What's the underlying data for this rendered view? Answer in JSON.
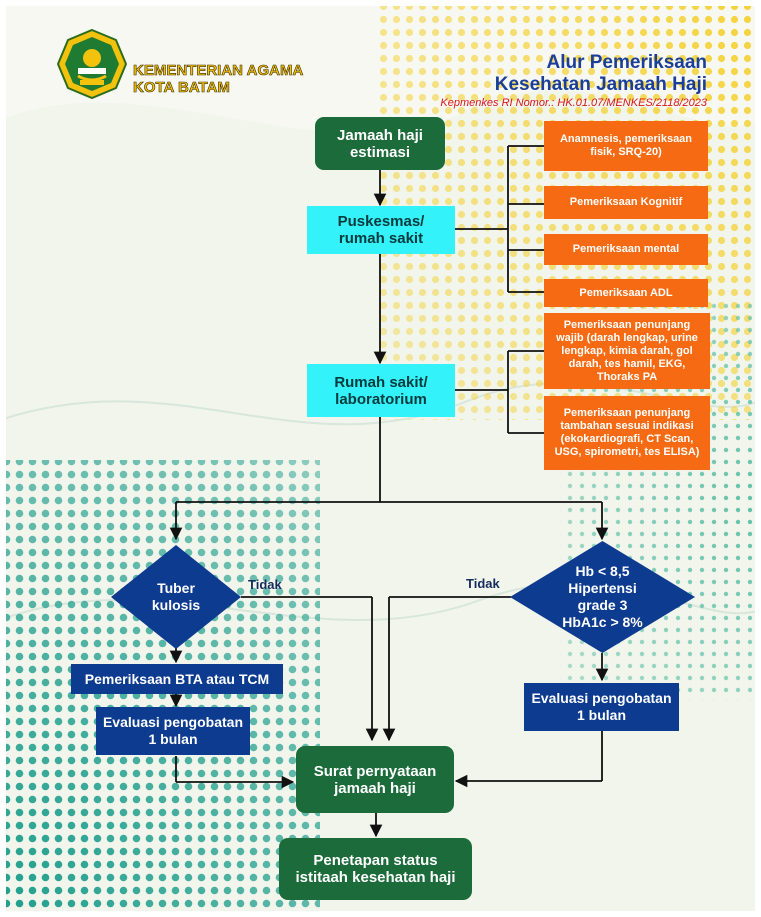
{
  "header": {
    "org_line1": "KEMENTERIAN AGAMA",
    "org_line2": "KOTA BATAM",
    "title_line1": "Alur Pemeriksaan",
    "title_line2": "Kesehatan Jamaah Haji",
    "subtitle": "Kepmenkes RI Nomor.: HK.01.07/MENKES/2118/2023"
  },
  "flow": {
    "start": "Jamaah haji\nestimasi",
    "puskesmas": "Puskesmas/\nrumah sakit",
    "puskesmas_exams": [
      "Anamnesis, pemeriksaan\nfisik, SRQ-20)",
      "Pemeriksaan Kognitif",
      "Pemeriksaan mental",
      "Pemeriksaan ADL"
    ],
    "laboratory": "Rumah sakit/\nlaboratorium",
    "laboratory_exams": [
      "Pemeriksaan penunjang\nwajib (darah lengkap, urine\nlengkap, kimia darah, gol\ndarah, tes hamil, EKG,\nThoraks PA",
      "Pemeriksaan penunjang\ntambahan sesuai indikasi\n(ekokardiografi, CT Scan,\nUSG, spirometri, tes ELISA)"
    ],
    "decision_left": "Tuber\nkulosis",
    "decision_right": "Hb < 8,5\nHipertensi\ngrade 3\nHbA1c > 8%",
    "no_label_left": "Tidak",
    "no_label_right": "Tidak",
    "tb_test": "Pemeriksaan BTA atau TCM",
    "eval_left": "Evaluasi pengobatan\n1 bulan",
    "eval_right": "Evaluasi pengobatan\n1 bulan",
    "statement": "Surat pernyataan\njamaah haji",
    "final": "Penetapan status\nistitaah kesehatan haji"
  },
  "colors": {
    "green": "#1c6b3a",
    "cyan": "#33f2fa",
    "orange": "#f56a12",
    "navy": "#0d3b90",
    "title_blue": "#1b3f99",
    "subtitle_red": "#d8161c",
    "org_gold": "#f2c20c"
  }
}
